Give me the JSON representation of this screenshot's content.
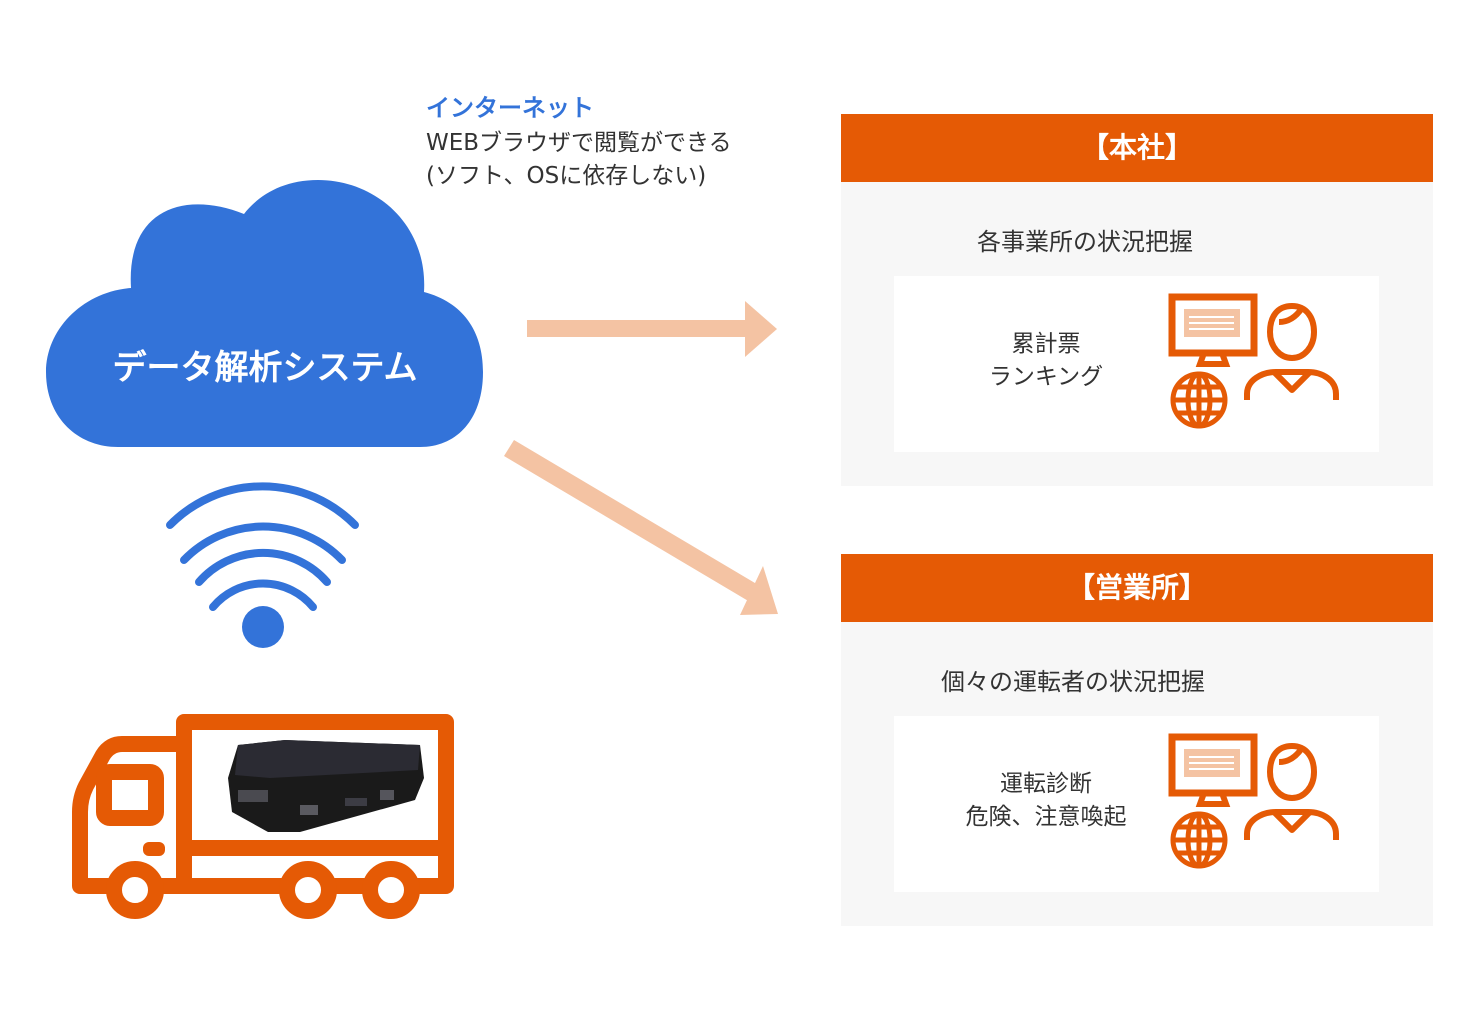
{
  "internet": {
    "title": "インターネット",
    "line1": "WEBブラウザで閲覧ができる",
    "line2": "(ソフト、OSに依存しない)"
  },
  "cloud": {
    "label": "データ解析システム"
  },
  "panels": [
    {
      "header": "【本社】",
      "subtitle": "各事業所の状況把握",
      "lines": [
        "累計票",
        "ランキング"
      ]
    },
    {
      "header": "【営業所】",
      "subtitle": "個々の運転者の状況把握",
      "lines": [
        "運転診断",
        "危険、注意喚起"
      ]
    }
  ],
  "icons": {
    "cloud": "cloud-icon",
    "wifi": "wifi-icon",
    "truck": "truck-icon",
    "device": "recorder-device-icon",
    "monitor": "monitor-icon",
    "globe": "globe-icon",
    "person": "person-icon",
    "arrow": "arrow-icon"
  },
  "colors": {
    "cloud_blue": "#3373d9",
    "accent_orange": "#e55a05",
    "arrow_peach": "#f4c3a3",
    "panel_bg": "#f7f7f7"
  }
}
